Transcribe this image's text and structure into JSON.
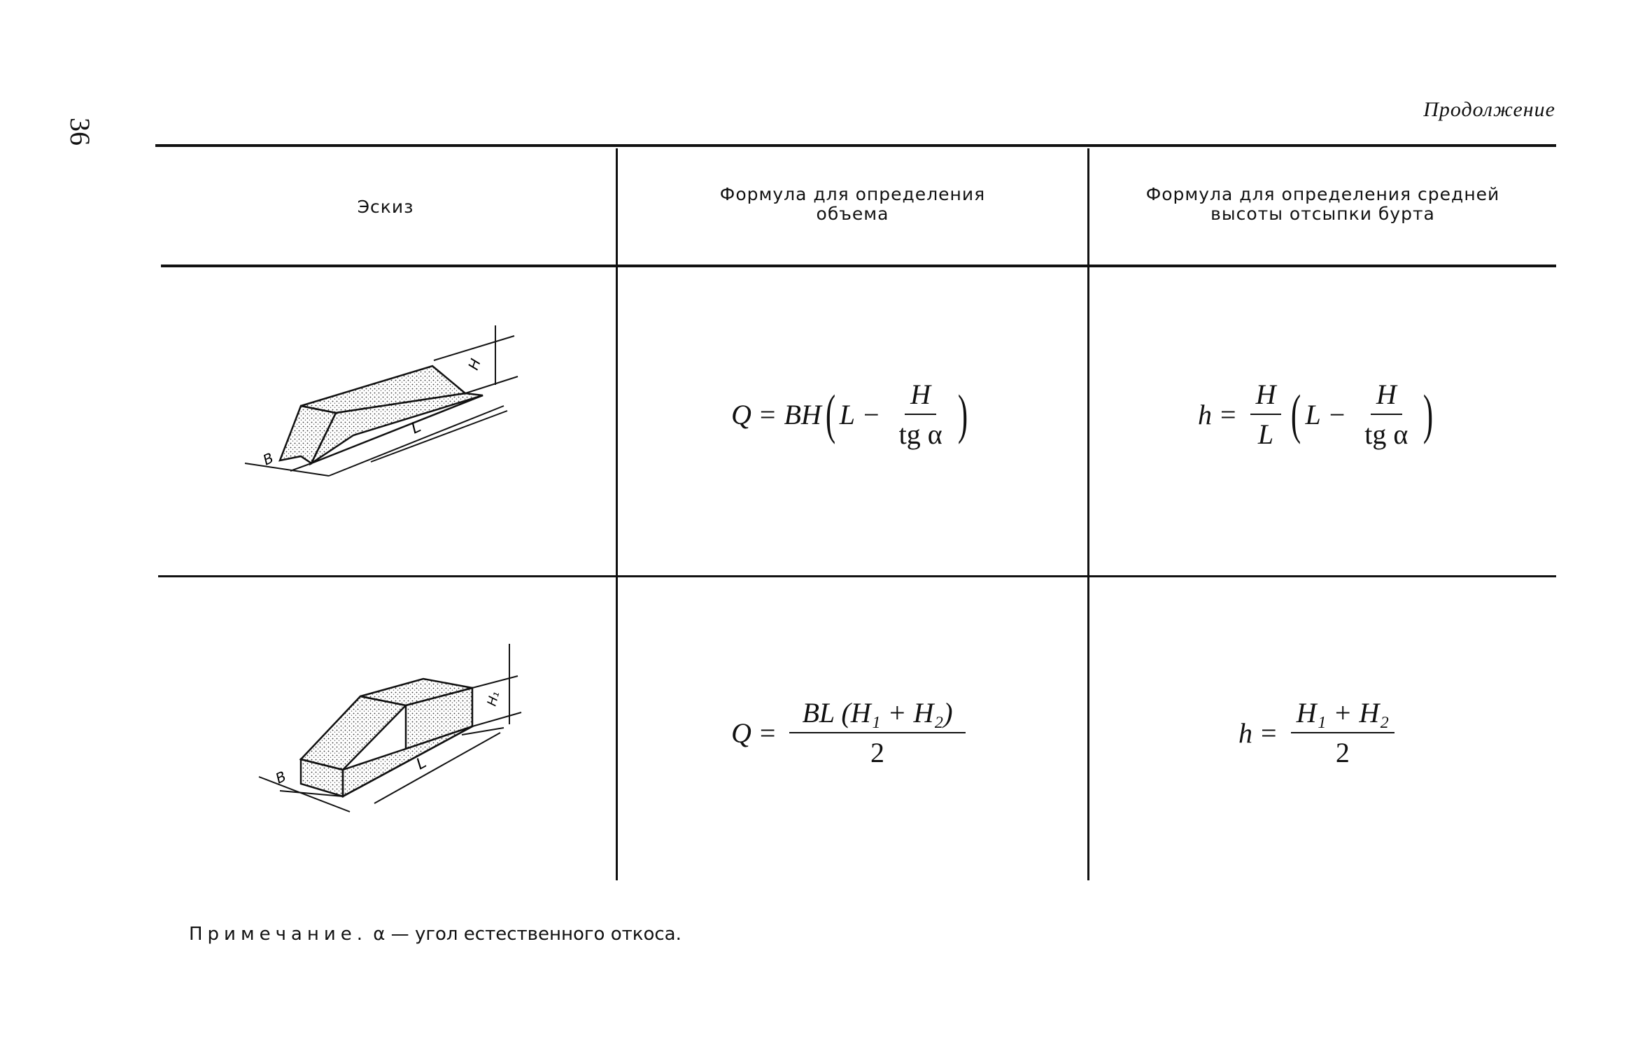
{
  "page": {
    "number": "36",
    "continuation": "Продолжение"
  },
  "table": {
    "headers": [
      "Эскиз",
      "Формула для определения\nобъема",
      "Формула для определения средней\nвысоты отсыпки бурта"
    ],
    "rows": [
      {
        "sketch": {
          "labels": {
            "b": "B",
            "l": "L",
            "h": "H"
          },
          "icon": "trapezoid-pile-sketch"
        },
        "volume_formula": {
          "lhs": "Q",
          "factor": "BH",
          "inner_var": "L",
          "minus": "−",
          "num": "H",
          "den": "tg α"
        },
        "height_formula": {
          "lhs": "h",
          "frac_num": "H",
          "frac_den": "L",
          "inner_var": "L",
          "minus": "−",
          "num": "H",
          "den": "tg α"
        }
      },
      {
        "sketch": {
          "labels": {
            "b": "B",
            "l": "L",
            "h1": "H₁"
          },
          "icon": "stepped-pile-sketch"
        },
        "volume_formula": {
          "lhs": "Q",
          "num": "BL (H₁ + H₂)",
          "den": "2"
        },
        "height_formula": {
          "lhs": "h",
          "num": "H₁ + H₂",
          "den": "2"
        }
      }
    ]
  },
  "note": {
    "label": "Примечание.",
    "text": "α — угол естественного откоса."
  }
}
